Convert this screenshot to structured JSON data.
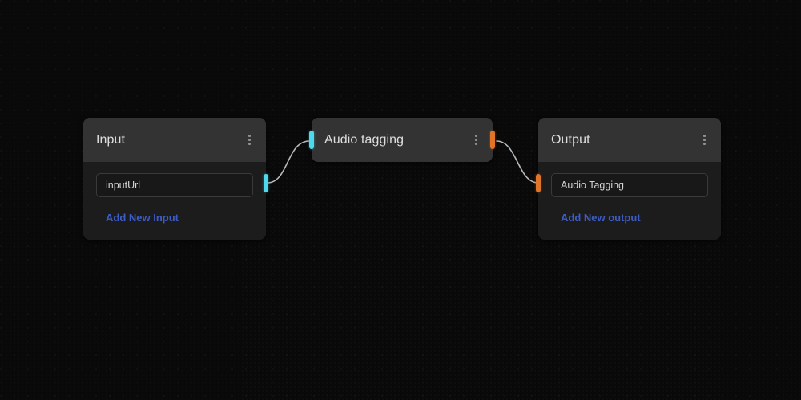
{
  "canvas": {
    "background_color": "#090909",
    "edge_color": "#b9b9b9"
  },
  "colors": {
    "port_input": "#4fd8ec",
    "port_output": "#e0752a",
    "node_header": "#333333",
    "node_body": "#1c1c1c",
    "link_blue": "#3d5cc4",
    "title_text": "#dedede"
  },
  "nodes": [
    {
      "id": "input",
      "title": "Input",
      "menu_icon": "kebab-menu-icon",
      "fields": [
        {
          "label": "inputUrl",
          "placeholder": "inputUrl"
        }
      ],
      "add_link": "Add New Input",
      "ports": [
        {
          "side": "right",
          "color": "#4fd8ec",
          "type": "output"
        }
      ]
    },
    {
      "id": "audio-tagging",
      "title": "Audio tagging",
      "menu_icon": "kebab-menu-icon",
      "fields": [],
      "add_link": null,
      "ports": [
        {
          "side": "left",
          "color": "#4fd8ec",
          "type": "input"
        },
        {
          "side": "right",
          "color": "#e0752a",
          "type": "output"
        }
      ]
    },
    {
      "id": "output",
      "title": "Output",
      "menu_icon": "kebab-menu-icon",
      "fields": [
        {
          "label": "Audio Tagging",
          "placeholder": "Audio Tagging"
        }
      ],
      "add_link": "Add New output",
      "ports": [
        {
          "side": "left",
          "color": "#e0752a",
          "type": "input"
        }
      ]
    }
  ],
  "edges": [
    {
      "from": "input",
      "to": "audio-tagging"
    },
    {
      "from": "audio-tagging",
      "to": "output"
    }
  ]
}
